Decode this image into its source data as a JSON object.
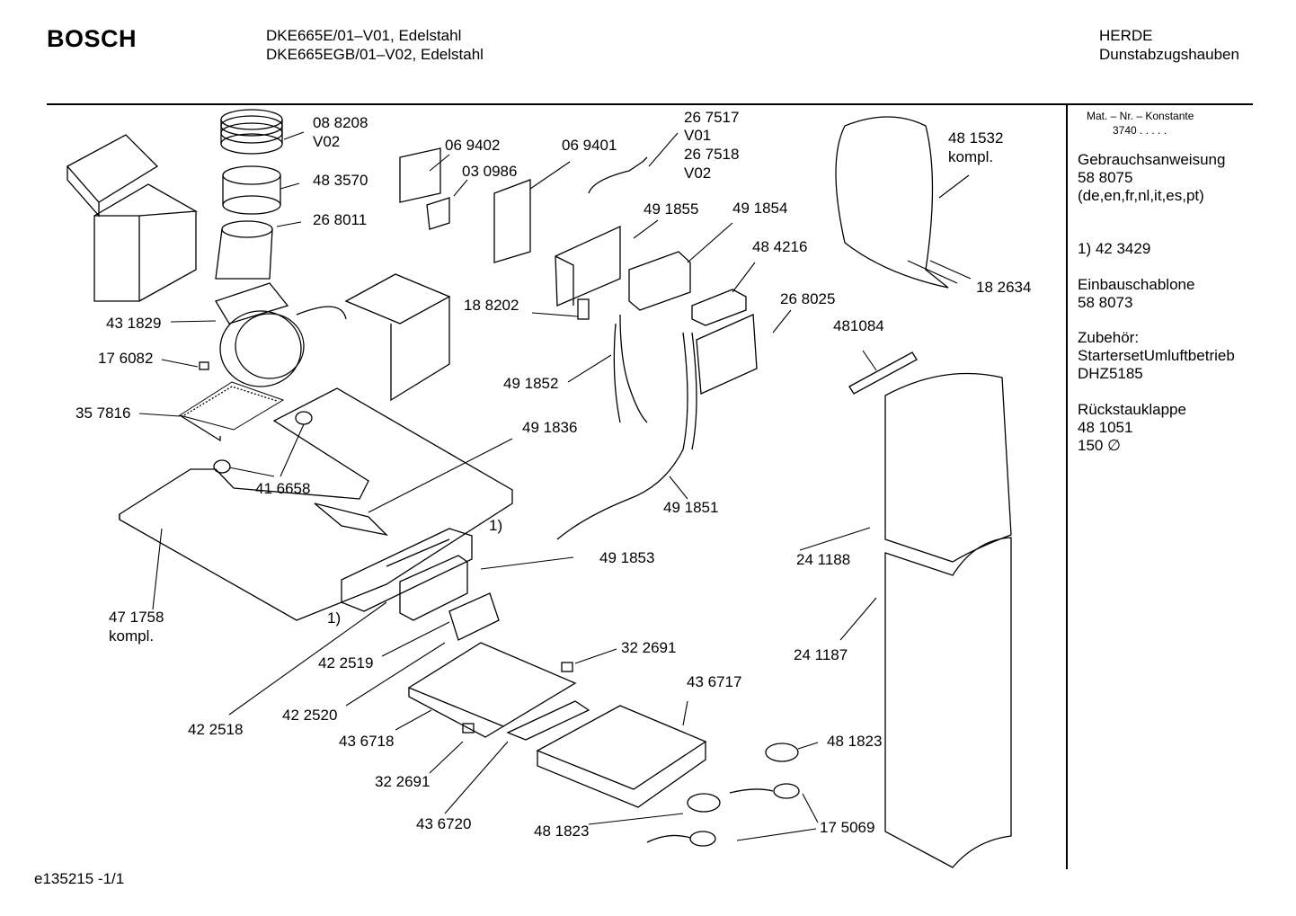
{
  "header": {
    "brand": "BOSCH",
    "models": [
      "DKE665E/01–V01,  Edelstahl",
      "DKE665EGB/01–V02,  Edelstahl"
    ],
    "category": "HERDE",
    "subcategory": "Dunstabzugshauben"
  },
  "sidebar": {
    "mat_header": "Mat. – Nr. – Konstante",
    "mat_value": "3740  .  .  .  .  .",
    "blocks": [
      {
        "title": "Gebrauchsanweisung",
        "lines": [
          "58 8075",
          "(de,en,fr,nl,it,es,pt)"
        ]
      },
      {
        "title": "1) 42 3429",
        "lines": []
      },
      {
        "title": "Einbauschablone",
        "lines": [
          "58 8073"
        ]
      },
      {
        "title": "Zubehör:",
        "lines": [
          "StartersetUmluftbetrieb",
          "DHZ5185"
        ]
      },
      {
        "title": "Rückstauklappe",
        "lines": [
          "48 1051",
          "150 ∅"
        ]
      }
    ]
  },
  "parts": {
    "p088208": "08 8208",
    "v02a": "V02",
    "p483570": "48 3570",
    "p268011": "26 8011",
    "p069402": "06 9402",
    "p030986": "03 0986",
    "p069401": "06 9401",
    "p267517": "26 7517",
    "v01": "V01",
    "p267518": "26 7518",
    "v02b": "V02",
    "p481532": "48 1532",
    "kompl1": "kompl.",
    "p491855": "49 1855",
    "p491854": "49 1854",
    "p484216": "48 4216",
    "p182634": "18 2634",
    "p268025": "26 8025",
    "p188202": "18 8202",
    "p431829": "43 1829",
    "p176082": "17 6082",
    "p357816": "35 7816",
    "p481084": "481084",
    "p491852": "49 1852",
    "p491836": "49 1836",
    "p416658": "41 6658",
    "p491851": "49 1851",
    "note1a": "1)",
    "p491853": "49 1853",
    "p241188": "24 1188",
    "p471758": "47 1758",
    "kompl2": "kompl.",
    "note1b": "1)",
    "p422519": "42 2519",
    "p322691a": "32 2691",
    "p241187": "24 1187",
    "p436717": "43 6717",
    "p422518": "42 2518",
    "p422520": "42 2520",
    "p436718": "43 6718",
    "p481823a": "48 1823",
    "p322691b": "32 2691",
    "p175069": "17 5069",
    "p436720": "43 6720",
    "p481823b": "48 1823"
  },
  "footer": {
    "code": "e135215  -1/1"
  }
}
